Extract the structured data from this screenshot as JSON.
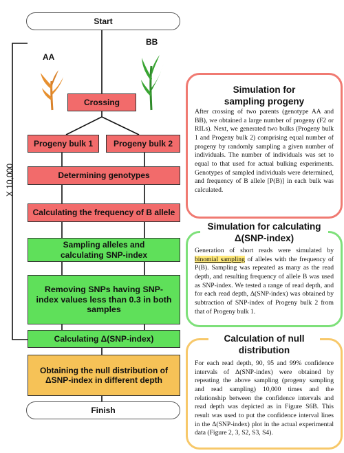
{
  "flow": {
    "start": "Start",
    "finish": "Finish",
    "parent_aa": "AA",
    "parent_bb": "BB",
    "crossing": "Crossing",
    "bulk1": "Progeny bulk 1",
    "bulk2": "Progeny bulk 2",
    "genotypes": "Determining genotypes",
    "frequency": "Calculating the frequency of B allele",
    "sampling": "Sampling alleles and calculating SNP-index",
    "removing": "Removing SNPs having SNP-index values less than 0.3 in both samples",
    "delta": "Calculating Δ(SNP-index)",
    "null_dist": "Obtaining the null distribution of ΔSNP-index in different depth",
    "repeat": "X 10,000"
  },
  "panels": {
    "progeny": {
      "title": "Simulation for sampling progeny",
      "body": "After crossing of two parents (genotype AA and BB), we obtained a large number of progeny (F2 or RILs). Next, we generated two bulks (Progeny bulk 1 and Progeny bulk 2) comprising equal number of progeny by randomly sampling a given number of individuals. The number of individuals was set to equal to that used for actual bulking experiments. Genotypes of sampled individuals were determined, and frequency of B allele [P(B)] in each bulk was calculated."
    },
    "snp": {
      "title": "Simulation for calculating Δ(SNP-index)",
      "body_pre": "Generation of short reads were simulated by ",
      "body_highlight": "binomial sampling",
      "body_post": " of alleles with the frequency of P(B). Sampling was repeated as many as the read depth, and resulting frequency of allele B was used as SNP-index. We tested a range of read depth, and for each read depth, Δ(SNP-index) was obtained by subtraction of SNP-index of Progeny bulk 2 from that of Progeny bulk 1."
    },
    "null": {
      "title": "Calculation of null distribution",
      "body": "For each read depth, 90, 95 and 99% confidence intervals of Δ(SNP-index) were obtained by repeating the above sampling (progeny sampling and read sampling) 10,000 times and the relationship between the confidence intervals and read depth was depicted as in Figure S6B. This result was used to put the confidence interval lines in the Δ(SNP-index) plot in the actual experimental data (Figure 2, 3, S2, S3, S4)."
    }
  },
  "colors": {
    "red": "#f26b6b",
    "green": "#5fe05a",
    "orange": "#f6c257",
    "progeny_border": "#f07a72",
    "snp_border": "#7ee07a",
    "null_border": "#f7c86a"
  },
  "icons": {
    "aa_plant": "orange-plant-icon",
    "bb_plant": "green-plant-icon"
  }
}
